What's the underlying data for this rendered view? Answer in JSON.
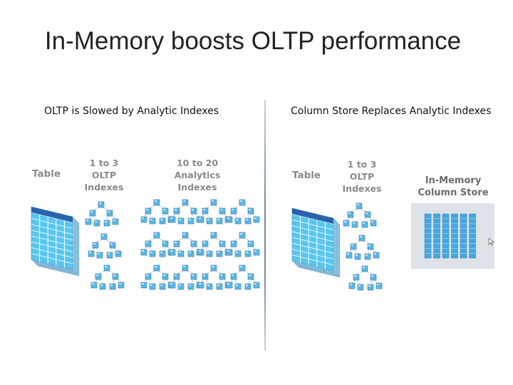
{
  "slide": {
    "title": "In-Memory boosts OLTP performance"
  },
  "left_panel": {
    "heading": "OLTP is Slowed by Analytic Indexes",
    "table_label": "Table",
    "oltp_indexes_label": [
      "1 to 3",
      "OLTP",
      "Indexes"
    ],
    "analytic_indexes_label": [
      "10 to 20",
      "Analytics",
      "Indexes"
    ]
  },
  "right_panel": {
    "heading": "Column Store Replaces Analytic Indexes",
    "table_label": "Table",
    "oltp_indexes_label": [
      "1 to 3",
      "OLTP",
      "Indexes"
    ],
    "column_store_label": [
      "In-Memory",
      "Column Store"
    ]
  },
  "colors": {
    "table_cell": "#58c6ef",
    "table_header": "#2a63ad",
    "index_node": "#5ab7e6",
    "column_store_bg": "#dde3e8",
    "column_bar": "#48a6de",
    "divider": "#6f8ea8"
  },
  "icons": {
    "table": "database-table-icon",
    "index_tree": "btree-index-icon",
    "column_store": "column-store-icon"
  }
}
